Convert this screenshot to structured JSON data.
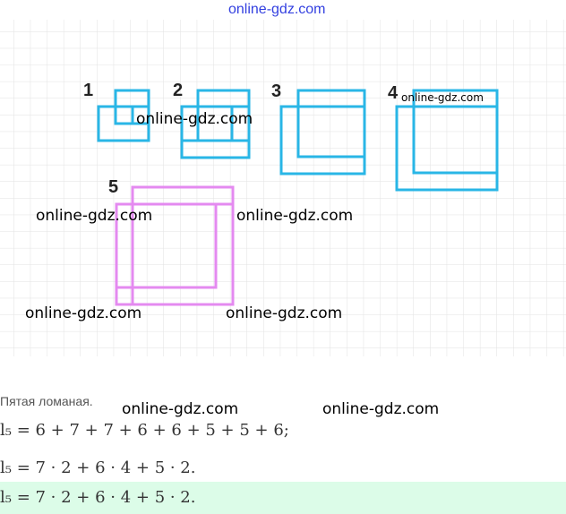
{
  "header_watermark": "online-gdz.com",
  "figure": {
    "labels": [
      "1",
      "2",
      "3",
      "4",
      "5"
    ],
    "stroke_blue": "#29b6e6",
    "stroke_magenta": "#e48af0"
  },
  "watermarks": [
    "online-gdz.com",
    "online-gdz.com",
    "online-gdz.com",
    "online-gdz.com",
    "online-gdz.com",
    "online-gdz.com",
    "online-gdz.com",
    "online-gdz.com"
  ],
  "caption": "Пятая ломаная.",
  "formulas": [
    "l₅ = 6 + 7 + 7 + 6 + 6 + 5 + 5 + 6;",
    "l₅ = 7 · 2 + 6 · 4 + 5 · 2.",
    "l₅ = 7 · 2 + 6 · 4 + 5 · 2."
  ],
  "answer_bg": "#dcfce8"
}
